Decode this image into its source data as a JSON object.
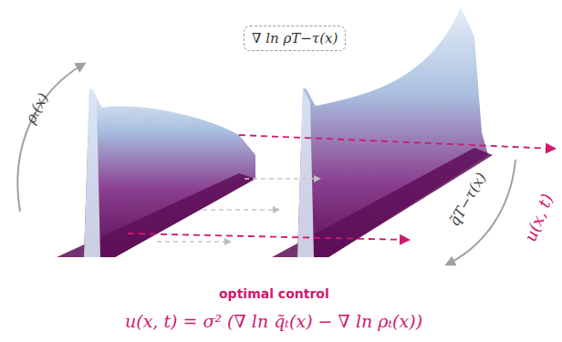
{
  "diagram": {
    "nodes": [
      {
        "text": [
          "∇ ln ρT−τ(x)"
        ]
      }
    ],
    "labels": [
      "ρₜ(x)",
      "q̃T−τ(x)",
      "u(x, t)",
      "optimal control",
      "u(x, t) = σ² (∇ ln q̃ₜ(x) − ∇ ln ρₜ(x))"
    ]
  }
}
